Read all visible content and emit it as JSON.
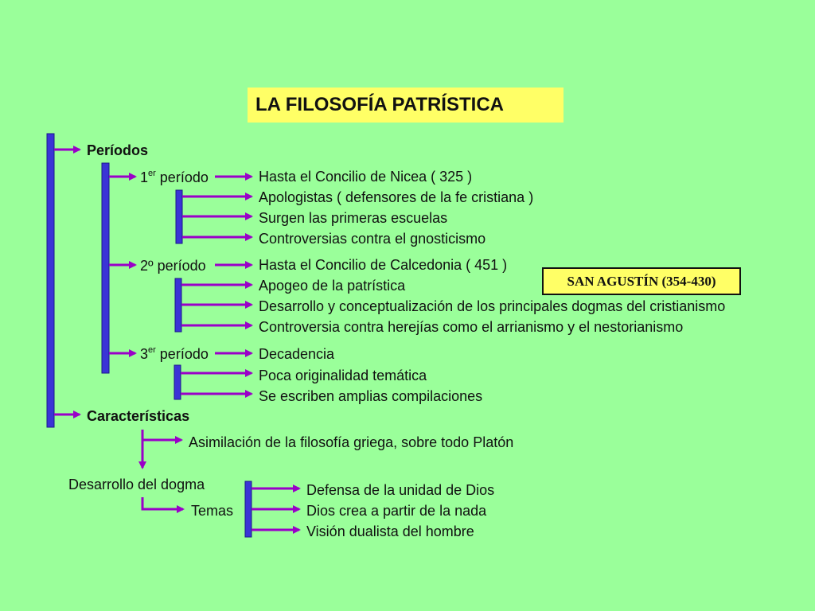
{
  "title": "LA FILOSOFÍA PATRÍSTICA",
  "highlight": "SAN AGUSTÍN (354-430)",
  "periodos": {
    "label": "Períodos",
    "p1": {
      "num": "1",
      "sup": "er",
      "word": " período",
      "items": [
        "Hasta el Concilio de Nicea ( 325 )",
        "Apologistas ( defensores de la fe cristiana )",
        "Surgen las primeras escuelas",
        "Controversias contra el gnosticismo"
      ]
    },
    "p2": {
      "label": "2º período",
      "items": [
        "Hasta el Concilio de Calcedonia ( 451 )",
        "Apogeo de la patrística",
        "Desarrollo y conceptualización de los principales dogmas del cristianismo",
        "Controversia contra herejías como el arrianismo y el nestorianismo"
      ]
    },
    "p3": {
      "num": "3",
      "sup": "er",
      "word": " período",
      "items": [
        "Decadencia",
        "Poca originalidad temática",
        "Se escriben amplias compilaciones"
      ]
    }
  },
  "caracteristicas": {
    "label": "Características",
    "asimilacion": "Asimilación de la filosofía griega, sobre todo Platón",
    "dogma": "Desarrollo del dogma",
    "temas": "Temas",
    "temas_items": [
      "Defensa de la unidad de Dios",
      "Dios crea a partir de la nada",
      "Visión dualista del hombre"
    ]
  },
  "colors": {
    "background": "#9aff9a",
    "box": "#ffff66",
    "bar": "#3a34d6",
    "arrow": "#9a00c8"
  }
}
